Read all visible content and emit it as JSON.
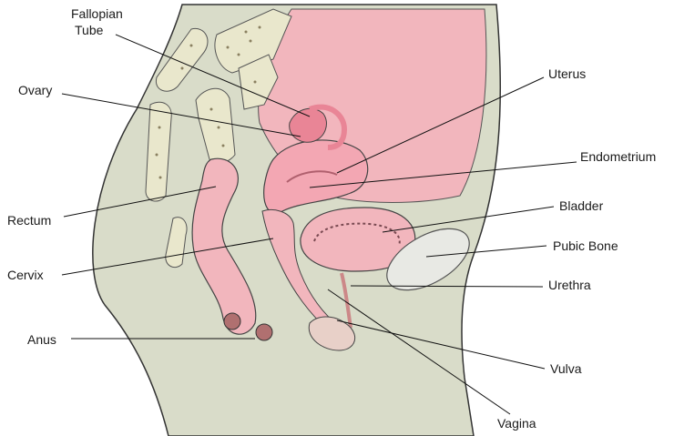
{
  "labels": {
    "fallopian_line1": "Fallopian",
    "fallopian_line2": "Tube",
    "ovary": "Ovary",
    "uterus": "Uterus",
    "endometrium": "Endometrium",
    "bladder": "Bladder",
    "rectum": "Rectum",
    "pubic_bone": "Pubic Bone",
    "cervix": "Cervix",
    "urethra": "Urethra",
    "anus": "Anus",
    "vulva": "Vulva",
    "vagina": "Vagina"
  },
  "colors": {
    "body": "#d9dcc9",
    "tissue": "#f2b6bd",
    "uterus": "#f3a7b3",
    "bone": "#e9e7cc",
    "outline": "#333333",
    "label_line": "#111111"
  }
}
